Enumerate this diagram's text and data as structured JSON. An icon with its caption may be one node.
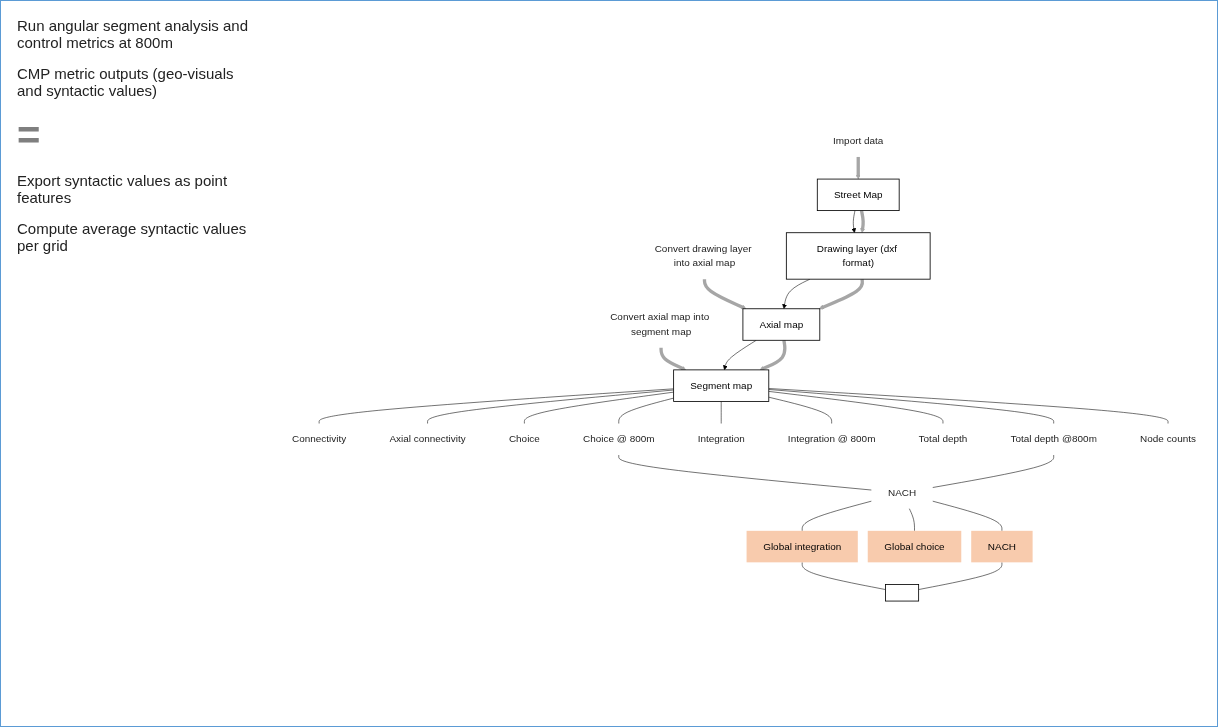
{
  "diagram": {
    "nodes": [
      {
        "text": [
          "Import data"
        ]
      },
      {
        "text": [
          "Street Map"
        ]
      },
      {
        "text": [
          "Drawing layer (dxf format)"
        ]
      },
      {
        "text": [
          "Convert drawing layer into axial map"
        ]
      },
      {
        "text": [
          "Axial map"
        ]
      },
      {
        "text": [
          "Convert axial map into segment map"
        ]
      },
      {
        "text": [
          "Segment  map"
        ]
      },
      {
        "text": [
          "Connectivity"
        ]
      },
      {
        "text": [
          "Axial connectivity"
        ]
      },
      {
        "text": [
          "Choice"
        ]
      },
      {
        "text": [
          "Choice @ 800m"
        ]
      },
      {
        "text": [
          "Integration"
        ]
      },
      {
        "text": [
          "Integration @ 800m"
        ]
      },
      {
        "text": [
          "Total depth"
        ]
      },
      {
        "text": [
          "Total depth @800m"
        ]
      },
      {
        "text": [
          "Node counts"
        ]
      },
      {
        "text": [
          "NACH"
        ]
      },
      {
        "text": [
          "Global integration"
        ]
      },
      {
        "text": [
          "Global choice"
        ]
      },
      {
        "text": [
          "NACH"
        ]
      },
      {
        "text": [],
        "shape": "box"
      }
    ],
    "edges": [
      {
        "from": 0,
        "to": 1,
        "arrow": "to",
        "style": "thick",
        "color": "#a6a6a6"
      },
      {
        "from": 1,
        "to": 2,
        "arrow": "to"
      },
      {
        "from": 1,
        "to": 2,
        "arrow": "to",
        "style": "thick",
        "color": "#a6a6a6"
      },
      {
        "from": 3,
        "to": 4,
        "arrow": "to",
        "style": "thick",
        "color": "#a6a6a6"
      },
      {
        "from": 2,
        "to": 4,
        "arrow": "to"
      },
      {
        "from": 2,
        "to": 4,
        "arrow": "to",
        "style": "thick",
        "color": "#a6a6a6"
      },
      {
        "from": 5,
        "to": 6,
        "arrow": "to",
        "style": "thick",
        "color": "#a6a6a6"
      },
      {
        "from": 4,
        "to": 6,
        "arrow": "to"
      },
      {
        "from": 4,
        "to": 6,
        "arrow": "to",
        "style": "thick",
        "color": "#a6a6a6"
      },
      {
        "from": 6,
        "to": 7,
        "arrow": "none"
      },
      {
        "from": 6,
        "to": 8,
        "arrow": "none"
      },
      {
        "from": 6,
        "to": 9,
        "arrow": "none"
      },
      {
        "from": 6,
        "to": 10,
        "arrow": "none"
      },
      {
        "from": 6,
        "to": 11,
        "arrow": "none"
      },
      {
        "from": 6,
        "to": 12,
        "arrow": "none"
      },
      {
        "from": 6,
        "to": 13,
        "arrow": "none"
      },
      {
        "from": 6,
        "to": 14,
        "arrow": "none"
      },
      {
        "from": 6,
        "to": 15,
        "arrow": "none"
      },
      {
        "from": 10,
        "to": 16,
        "arrow": "none"
      },
      {
        "from": 14,
        "to": 16,
        "arrow": "none"
      },
      {
        "from": 16,
        "to": 17,
        "arrow": "none"
      },
      {
        "from": 16,
        "to": 18,
        "arrow": "none"
      },
      {
        "from": 16,
        "to": 19,
        "arrow": "none"
      },
      {
        "from": 17,
        "to": 20,
        "arrow": "none"
      },
      {
        "from": 19,
        "to": 20,
        "arrow": "none"
      }
    ],
    "labels": [
      "Run angular segment analysis and control metrics at 800m",
      "CMP metric outputs (geo-visuals and syntactic values)",
      "=",
      "Export syntactic values as point features",
      "Compute average syntactic values per grid"
    ]
  }
}
